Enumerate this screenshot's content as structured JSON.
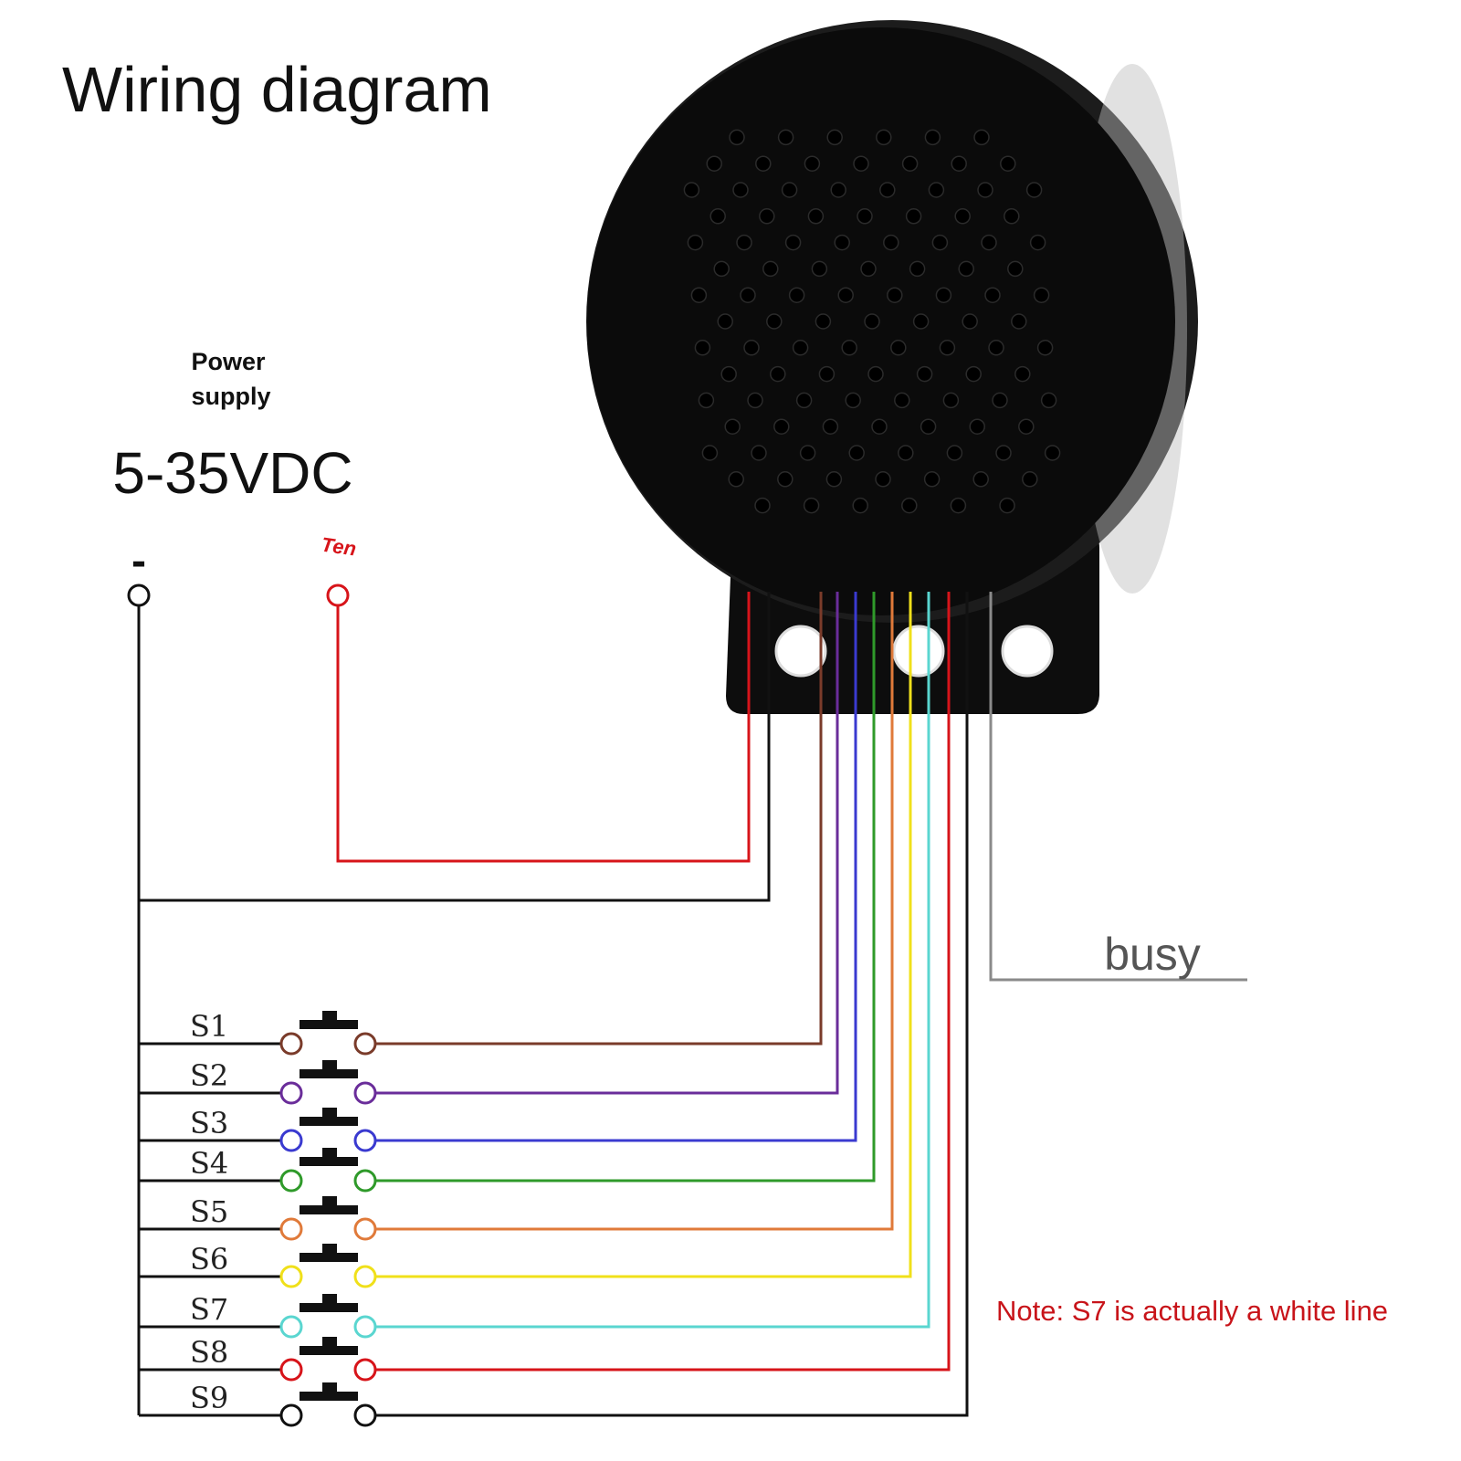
{
  "title": "Wiring diagram",
  "power": {
    "label_line1": "Power",
    "label_line2": "supply",
    "voltage": "5-35VDC",
    "negative_symbol": "-",
    "positive_label": "Ten"
  },
  "busy_label": "busy",
  "note": "Note: S7 is actually a white line",
  "switches": [
    {
      "label": "S1",
      "wire_color": "#7a3b2a"
    },
    {
      "label": "S2",
      "wire_color": "#6a2d9a"
    },
    {
      "label": "S3",
      "wire_color": "#3a3ad0"
    },
    {
      "label": "S4",
      "wire_color": "#2f9a2a"
    },
    {
      "label": "S5",
      "wire_color": "#e07a3a"
    },
    {
      "label": "S6",
      "wire_color": "#f0e01a"
    },
    {
      "label": "S7",
      "wire_color": "#5ad6d0"
    },
    {
      "label": "S8",
      "wire_color": "#d7141a"
    },
    {
      "label": "S9",
      "wire_color": "#111111"
    }
  ],
  "colors": {
    "positive_wire": "#d7141a",
    "negative_wire": "#111111",
    "busy_wire": "#8a8a8a",
    "speaker_body": "#0b0b0b"
  }
}
